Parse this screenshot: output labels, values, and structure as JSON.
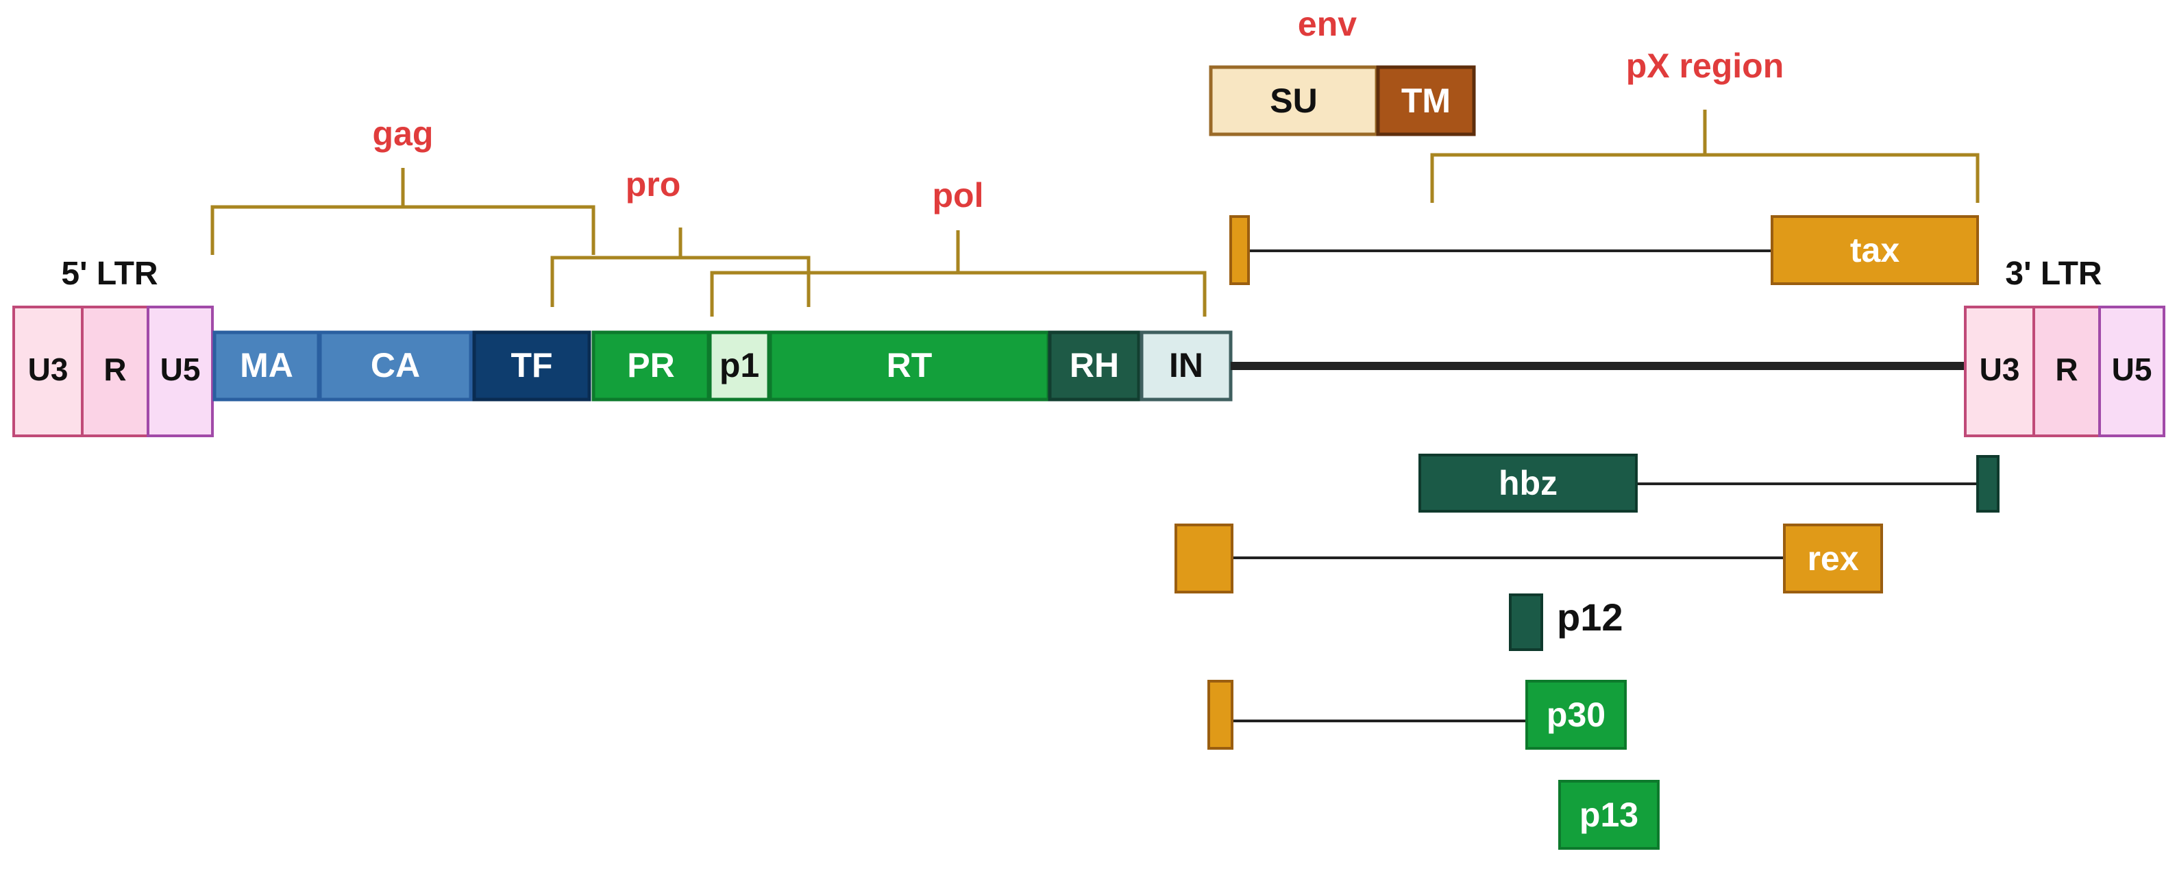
{
  "ltr5": {
    "title": "5' LTR",
    "regions": [
      {
        "label": "U3",
        "fill": "#fde0ea",
        "stroke": "#c04a78"
      },
      {
        "label": "R",
        "fill": "#fbd3e6",
        "stroke": "#c04a78"
      },
      {
        "label": "U5",
        "fill": "#f9dcf6",
        "stroke": "#a14aa8"
      }
    ]
  },
  "ltr3": {
    "title": "3' LTR",
    "regions": [
      {
        "label": "U3",
        "fill": "#fde0ea",
        "stroke": "#c04a78"
      },
      {
        "label": "R",
        "fill": "#fbd3e6",
        "stroke": "#c04a78"
      },
      {
        "label": "U5",
        "fill": "#f9dcf6",
        "stroke": "#a14aa8"
      }
    ]
  },
  "genome_domains": [
    {
      "label": "MA",
      "fill": "#4a83bd",
      "stroke": "#2a5fa0",
      "text_color": "#ffffff"
    },
    {
      "label": "CA",
      "fill": "#4a83bd",
      "stroke": "#2a5fa0",
      "text_color": "#ffffff"
    },
    {
      "label": "TF",
      "fill": "#0e3d6e",
      "stroke": "#0a2c52",
      "text_color": "#ffffff"
    },
    {
      "label": "PR",
      "fill": "#13a03b",
      "stroke": "#0d7a2c",
      "text_color": "#ffffff"
    },
    {
      "label": "p1",
      "fill": "#d8f3d8",
      "stroke": "#0d7a2c",
      "text_color": "#111111"
    },
    {
      "label": "RT",
      "fill": "#13a03b",
      "stroke": "#0d7a2c",
      "text_color": "#ffffff"
    },
    {
      "label": "RH",
      "fill": "#1e5a46",
      "stroke": "#123e30",
      "text_color": "#ffffff"
    },
    {
      "label": "IN",
      "fill": "#dcecec",
      "stroke": "#3f5f5f",
      "text_color": "#111111"
    }
  ],
  "brackets": {
    "gag": "gag",
    "pro": "pro",
    "pol": "pol",
    "env": "env",
    "px": "pX region"
  },
  "env_domains": [
    {
      "label": "SU",
      "fill": "#f8e6c2",
      "stroke": "#9a6a28",
      "text_color": "#111111"
    },
    {
      "label": "TM",
      "fill": "#a85418",
      "stroke": "#5e2e0c",
      "text_color": "#ffffff"
    }
  ],
  "transcripts": {
    "tax": "tax",
    "hbz": "hbz",
    "rex": "rex",
    "p12": "p12",
    "p30": "p30",
    "p13": "p13"
  },
  "colors": {
    "bracket": "#a88520",
    "bracket_label": "#e03c3c",
    "orange": "#e09a18",
    "orange_stroke": "#9a5e10",
    "dark_green": "#1b5a47",
    "green": "#13a03b",
    "line": "#222222"
  }
}
